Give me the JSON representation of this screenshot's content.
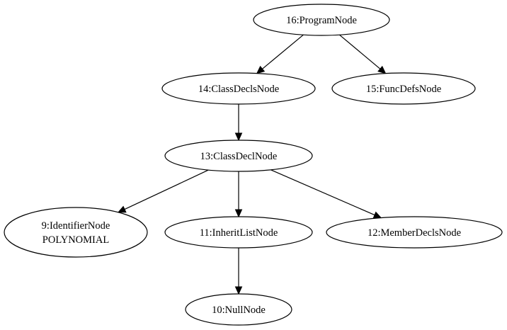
{
  "diagram": {
    "nodes": {
      "program": {
        "label": "16:ProgramNode"
      },
      "class_decls": {
        "label": "14:ClassDeclsNode"
      },
      "func_defs": {
        "label": "15:FuncDefsNode"
      },
      "class_decl": {
        "label": "13:ClassDeclNode"
      },
      "identifier": {
        "label": "9:IdentifierNode",
        "value": "POLYNOMIAL"
      },
      "inherit_list": {
        "label": "11:InheritListNode"
      },
      "member_decls": {
        "label": "12:MemberDeclsNode"
      },
      "null_node": {
        "label": "10:NullNode"
      }
    },
    "edges": [
      {
        "from": "program",
        "to": "class_decls"
      },
      {
        "from": "program",
        "to": "func_defs"
      },
      {
        "from": "class_decls",
        "to": "class_decl"
      },
      {
        "from": "class_decl",
        "to": "identifier"
      },
      {
        "from": "class_decl",
        "to": "inherit_list"
      },
      {
        "from": "class_decl",
        "to": "member_decls"
      },
      {
        "from": "inherit_list",
        "to": "null_node"
      }
    ]
  }
}
